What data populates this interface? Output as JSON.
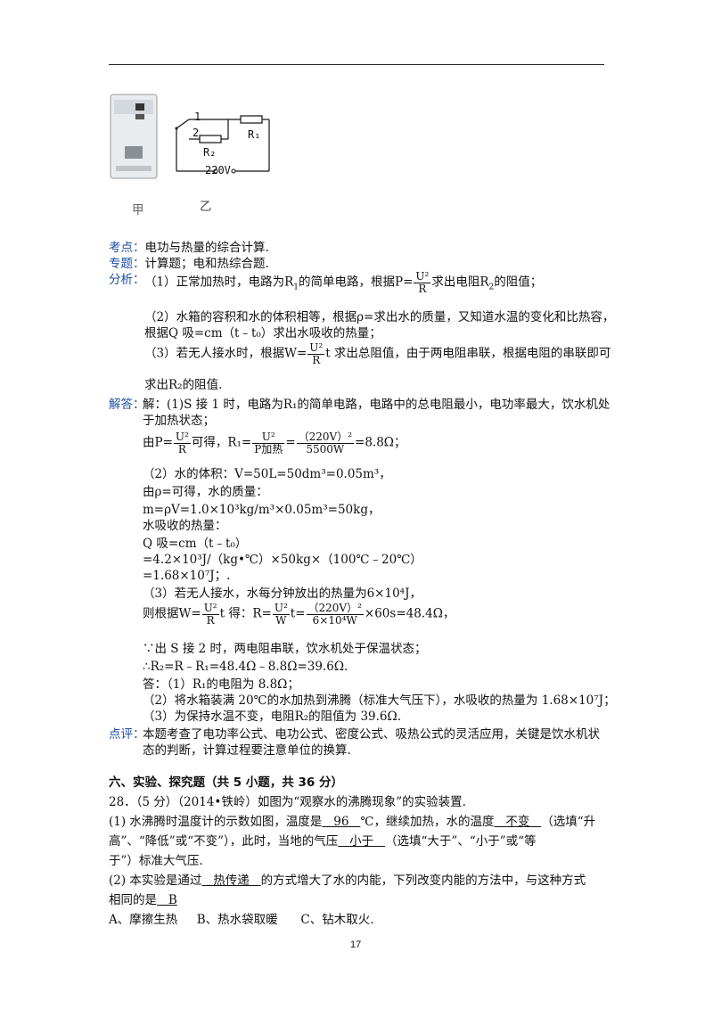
{
  "figure": {
    "label_left": "甲",
    "label_right": "乙",
    "switch_1": "1",
    "switch_2": "2",
    "r1": "R₁",
    "r2": "R₂",
    "source": "220V"
  },
  "kaodian": {
    "tag": "考点：",
    "text": "电功与热量的综合计算."
  },
  "zhuanti": {
    "tag": "专题：",
    "text": "计算题；电和热综合题."
  },
  "fenxi": {
    "tag": "分析：",
    "l1a": "（1）正常加热时，电路为R",
    "l1b": "的简单电路，根据P=",
    "l1c": "求出电阻R",
    "l1d": "的阻值；",
    "l2": "（2）水箱的容积和水的体积相等，根据ρ=求出水的质量，又知道水温的变化和比热容，",
    "l3": "根据Q 吸=cm（t﹣t₀）求出水吸收的热量；",
    "l4a": "（3）若无人接水时，根据W=",
    "l4b": "t 求出总阻值，由于两电阻串联，根据电阻的串联即可",
    "l5": "求出R₂的阻值."
  },
  "jieda": {
    "tag": "解答：",
    "s1": "解：(1)S 接 1 时，电路为R₁的简单电路，电路中的总电阻最小，电功率最大，饮水机处",
    "s2": "于加热状态；",
    "s3a": "由P=",
    "s3b": "可得，R₁=",
    "s3c": "=",
    "s3d": "=8.8Ω；",
    "s4": "（2）水的体积：V=50L=50dm³=0.05m³，",
    "s5": "由ρ=可得，水的质量：",
    "s6": "m=ρV=1.0×10³kg/m³×0.05m³=50kg，",
    "s7": "水吸收的热量：",
    "s8": "Q 吸=cm（t﹣t₀）",
    "s9": "=4.2×10³J/（kg•℃）×50kg×（100℃﹣20℃）",
    "s10": "=1.68×10⁷J；.",
    "s11": "（3）若无人接水，水每分钟放出的热量为6×10⁴J，",
    "s12a": "则根据W=",
    "s12b": "t 得：R=",
    "s12c": "t=",
    "s12d": "×60s=48.4Ω，",
    "s13": "∵出 S 接 2 时，两电阻串联，饮水机处于保温状态；",
    "s14": "∴R₂=R﹣R₁=48.4Ω﹣8.8Ω=39.6Ω.",
    "s15": "答：（1）R₁的电阻为 8.8Ω；",
    "s16": "（2）将水箱装满 20℃的水加热到沸腾（标准大气压下），水吸收的热量为 1.68×10⁷J；",
    "s17": "（3）为保持水温不变，电阻R₂的阻值为 39.6Ω."
  },
  "formulas": {
    "u2": "U²",
    "r": "R",
    "p_heat": "P加热",
    "v220": "（220V）²",
    "w5500": "5500W",
    "w": "W",
    "w6e4": "6×10⁴W"
  },
  "dianping": {
    "tag": "点评：",
    "l1": "本题考查了电功率公式、电功公式、密度公式、吸热公式的灵活应用，关键是饮水机状",
    "l2": "态的判断，计算过程要注意单位的换算."
  },
  "section6": {
    "heading": "六、实验、探究题（共 5 小题，共 36 分）",
    "q28": "28．（5 分）（2014•铁岭）如图为“观察水的沸腾现象”的实验装置.",
    "p1a": "(1) 水沸腾时温度计的示数如图，温度是",
    "ans_temp": "   96   ",
    "p1b": "℃，继续加热，水的温度",
    "ans_change": "   不变   ",
    "p1c": "（选填“升",
    "p2a": "高”、“降低”或“不变”），此时，当地的气压",
    "ans_pressure": "   小于   ",
    "p2b": "（选填“大于”、“小于”或“等",
    "p3": "于”）标准大气压.",
    "p4a": "(2) 本实验是通过",
    "ans_method": "   热传递   ",
    "p4b": "的方式增大了水的内能，下列改变内能的方法中，与这种方式",
    "p5a": "相同的是",
    "ans_choice": "   B",
    "opts": "A、摩擦生热     B、热水袋取暖      C、钻木取火."
  },
  "page_number": "17"
}
